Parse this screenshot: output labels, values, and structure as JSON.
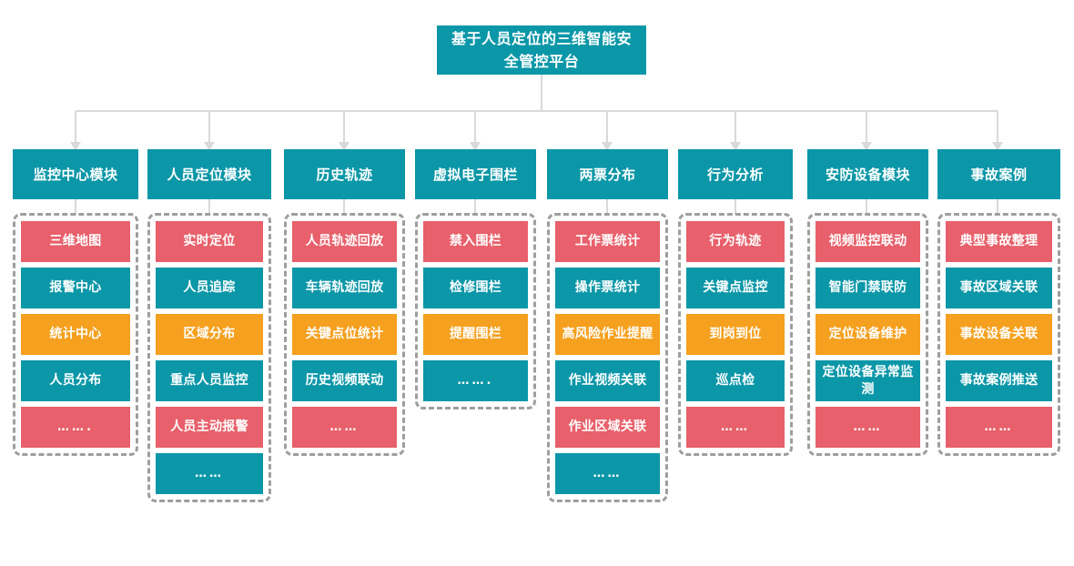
{
  "title": "基于人员定位的三维智能安全管控平台",
  "colors": {
    "teal": "#0b97a8",
    "red": "#e8606b",
    "orange": "#f5a01e",
    "connector": "#d9d9d9",
    "group_border": "#9e9e9e",
    "background": "#ffffff",
    "text": "#ffffff"
  },
  "chart_data": {
    "type": "diagram",
    "title": "基于人员定位的三维智能安全管控平台",
    "layout": "top-down organization tree, 1 root node, 8 module columns, each column a dashed group of feature boxes",
    "root": "基于人员定位的三维智能安全管控平台",
    "columns": [
      {
        "header": "监控中心模块",
        "items": [
          {
            "label": "三维地图",
            "color": "red"
          },
          {
            "label": "报警中心",
            "color": "teal"
          },
          {
            "label": "统计中心",
            "color": "orange"
          },
          {
            "label": "人员分布",
            "color": "teal"
          },
          {
            "label": "…….",
            "color": "red"
          }
        ]
      },
      {
        "header": "人员定位模块",
        "items": [
          {
            "label": "实时定位",
            "color": "red"
          },
          {
            "label": "人员追踪",
            "color": "teal"
          },
          {
            "label": "区域分布",
            "color": "orange"
          },
          {
            "label": "重点人员监控",
            "color": "teal"
          },
          {
            "label": "人员主动报警",
            "color": "red"
          },
          {
            "label": "……",
            "color": "teal"
          }
        ]
      },
      {
        "header": "历史轨迹",
        "items": [
          {
            "label": "人员轨迹回放",
            "color": "red"
          },
          {
            "label": "车辆轨迹回放",
            "color": "teal"
          },
          {
            "label": "关键点位统计",
            "color": "orange"
          },
          {
            "label": "历史视频联动",
            "color": "teal"
          },
          {
            "label": "……",
            "color": "red"
          }
        ]
      },
      {
        "header": "虚拟电子围栏",
        "items": [
          {
            "label": "禁入围栏",
            "color": "red"
          },
          {
            "label": "检修围栏",
            "color": "teal"
          },
          {
            "label": "提醒围栏",
            "color": "orange"
          },
          {
            "label": "…….",
            "color": "teal"
          }
        ]
      },
      {
        "header": "两票分布",
        "items": [
          {
            "label": "工作票统计",
            "color": "red"
          },
          {
            "label": "操作票统计",
            "color": "teal"
          },
          {
            "label": "高风险作业提醒",
            "color": "orange"
          },
          {
            "label": "作业视频关联",
            "color": "teal"
          },
          {
            "label": "作业区域关联",
            "color": "red"
          },
          {
            "label": "……",
            "color": "teal"
          }
        ]
      },
      {
        "header": "行为分析",
        "items": [
          {
            "label": "行为轨迹",
            "color": "red"
          },
          {
            "label": "关键点监控",
            "color": "teal"
          },
          {
            "label": "到岗到位",
            "color": "orange"
          },
          {
            "label": "巡点检",
            "color": "teal"
          },
          {
            "label": "……",
            "color": "red"
          }
        ]
      },
      {
        "header": "安防设备模块",
        "items": [
          {
            "label": "视频监控联动",
            "color": "red"
          },
          {
            "label": "智能门禁联防",
            "color": "teal"
          },
          {
            "label": "定位设备维护",
            "color": "orange"
          },
          {
            "label": "定位设备异常监测",
            "color": "teal"
          },
          {
            "label": "……",
            "color": "red"
          }
        ]
      },
      {
        "header": "事故案例",
        "items": [
          {
            "label": "典型事故整理",
            "color": "red"
          },
          {
            "label": "事故区域关联",
            "color": "teal"
          },
          {
            "label": "事故设备关联",
            "color": "orange"
          },
          {
            "label": "事故案例推送",
            "color": "teal"
          },
          {
            "label": "……",
            "color": "red"
          }
        ]
      }
    ]
  }
}
